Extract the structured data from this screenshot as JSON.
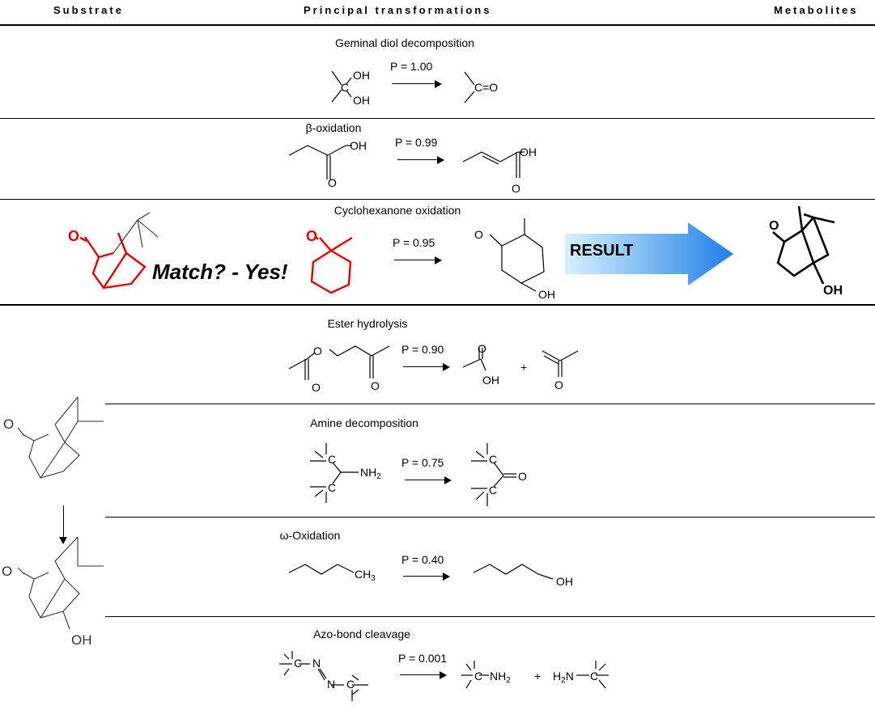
{
  "header": {
    "substrate": "Substrate",
    "principal": "Principal transformations",
    "metabolites": "Metabolites"
  },
  "rules": [
    {
      "title": "Geminal diol decomposition",
      "p": "P = 1.00"
    },
    {
      "title": "β-oxidation",
      "p": "P = 0.99"
    },
    {
      "title": "Cyclohexanone oxidation",
      "p": "P = 0.95"
    },
    {
      "title": "Ester hydrolysis",
      "p": "P = 0.90"
    },
    {
      "title": "Amine decomposition",
      "p": "P = 0.75"
    },
    {
      "title": "ω-Oxidation",
      "p": "P = 0.40"
    },
    {
      "title": "Azo-bond cleavage",
      "p": "P = 0.001"
    }
  ],
  "match_text": "Match? - Yes!",
  "result_label": "RESULT",
  "atoms": {
    "OH": "OH",
    "O": "O",
    "C": "C",
    "N": "N",
    "NH": "NH",
    "NH2_sub": "2",
    "CH": "CH",
    "CH3_sub": "3",
    "C_eq_O": "C=O",
    "H2N": "H",
    "H2N_sub": "2",
    "H2N_N": "N",
    "plus": "+"
  },
  "colors": {
    "match_highlight": "#e00000",
    "result_arrow_start": "#d8f2ff",
    "result_arrow_end": "#1f7fe6"
  }
}
